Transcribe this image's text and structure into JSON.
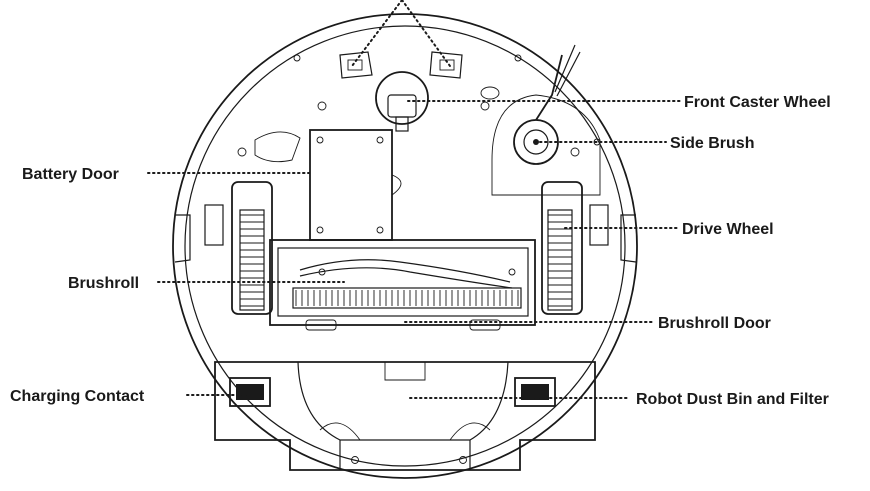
{
  "diagram": {
    "labels": {
      "front_caster_wheel": "Front Caster Wheel",
      "side_brush": "Side Brush",
      "battery_door": "Battery Door",
      "drive_wheel": "Drive Wheel",
      "brushroll": "Brushroll",
      "brushroll_door": "Brushroll Door",
      "charging_contact": "Charging Contact",
      "robot_dust_bin_and_filter": "Robot Dust Bin and Filter"
    }
  }
}
